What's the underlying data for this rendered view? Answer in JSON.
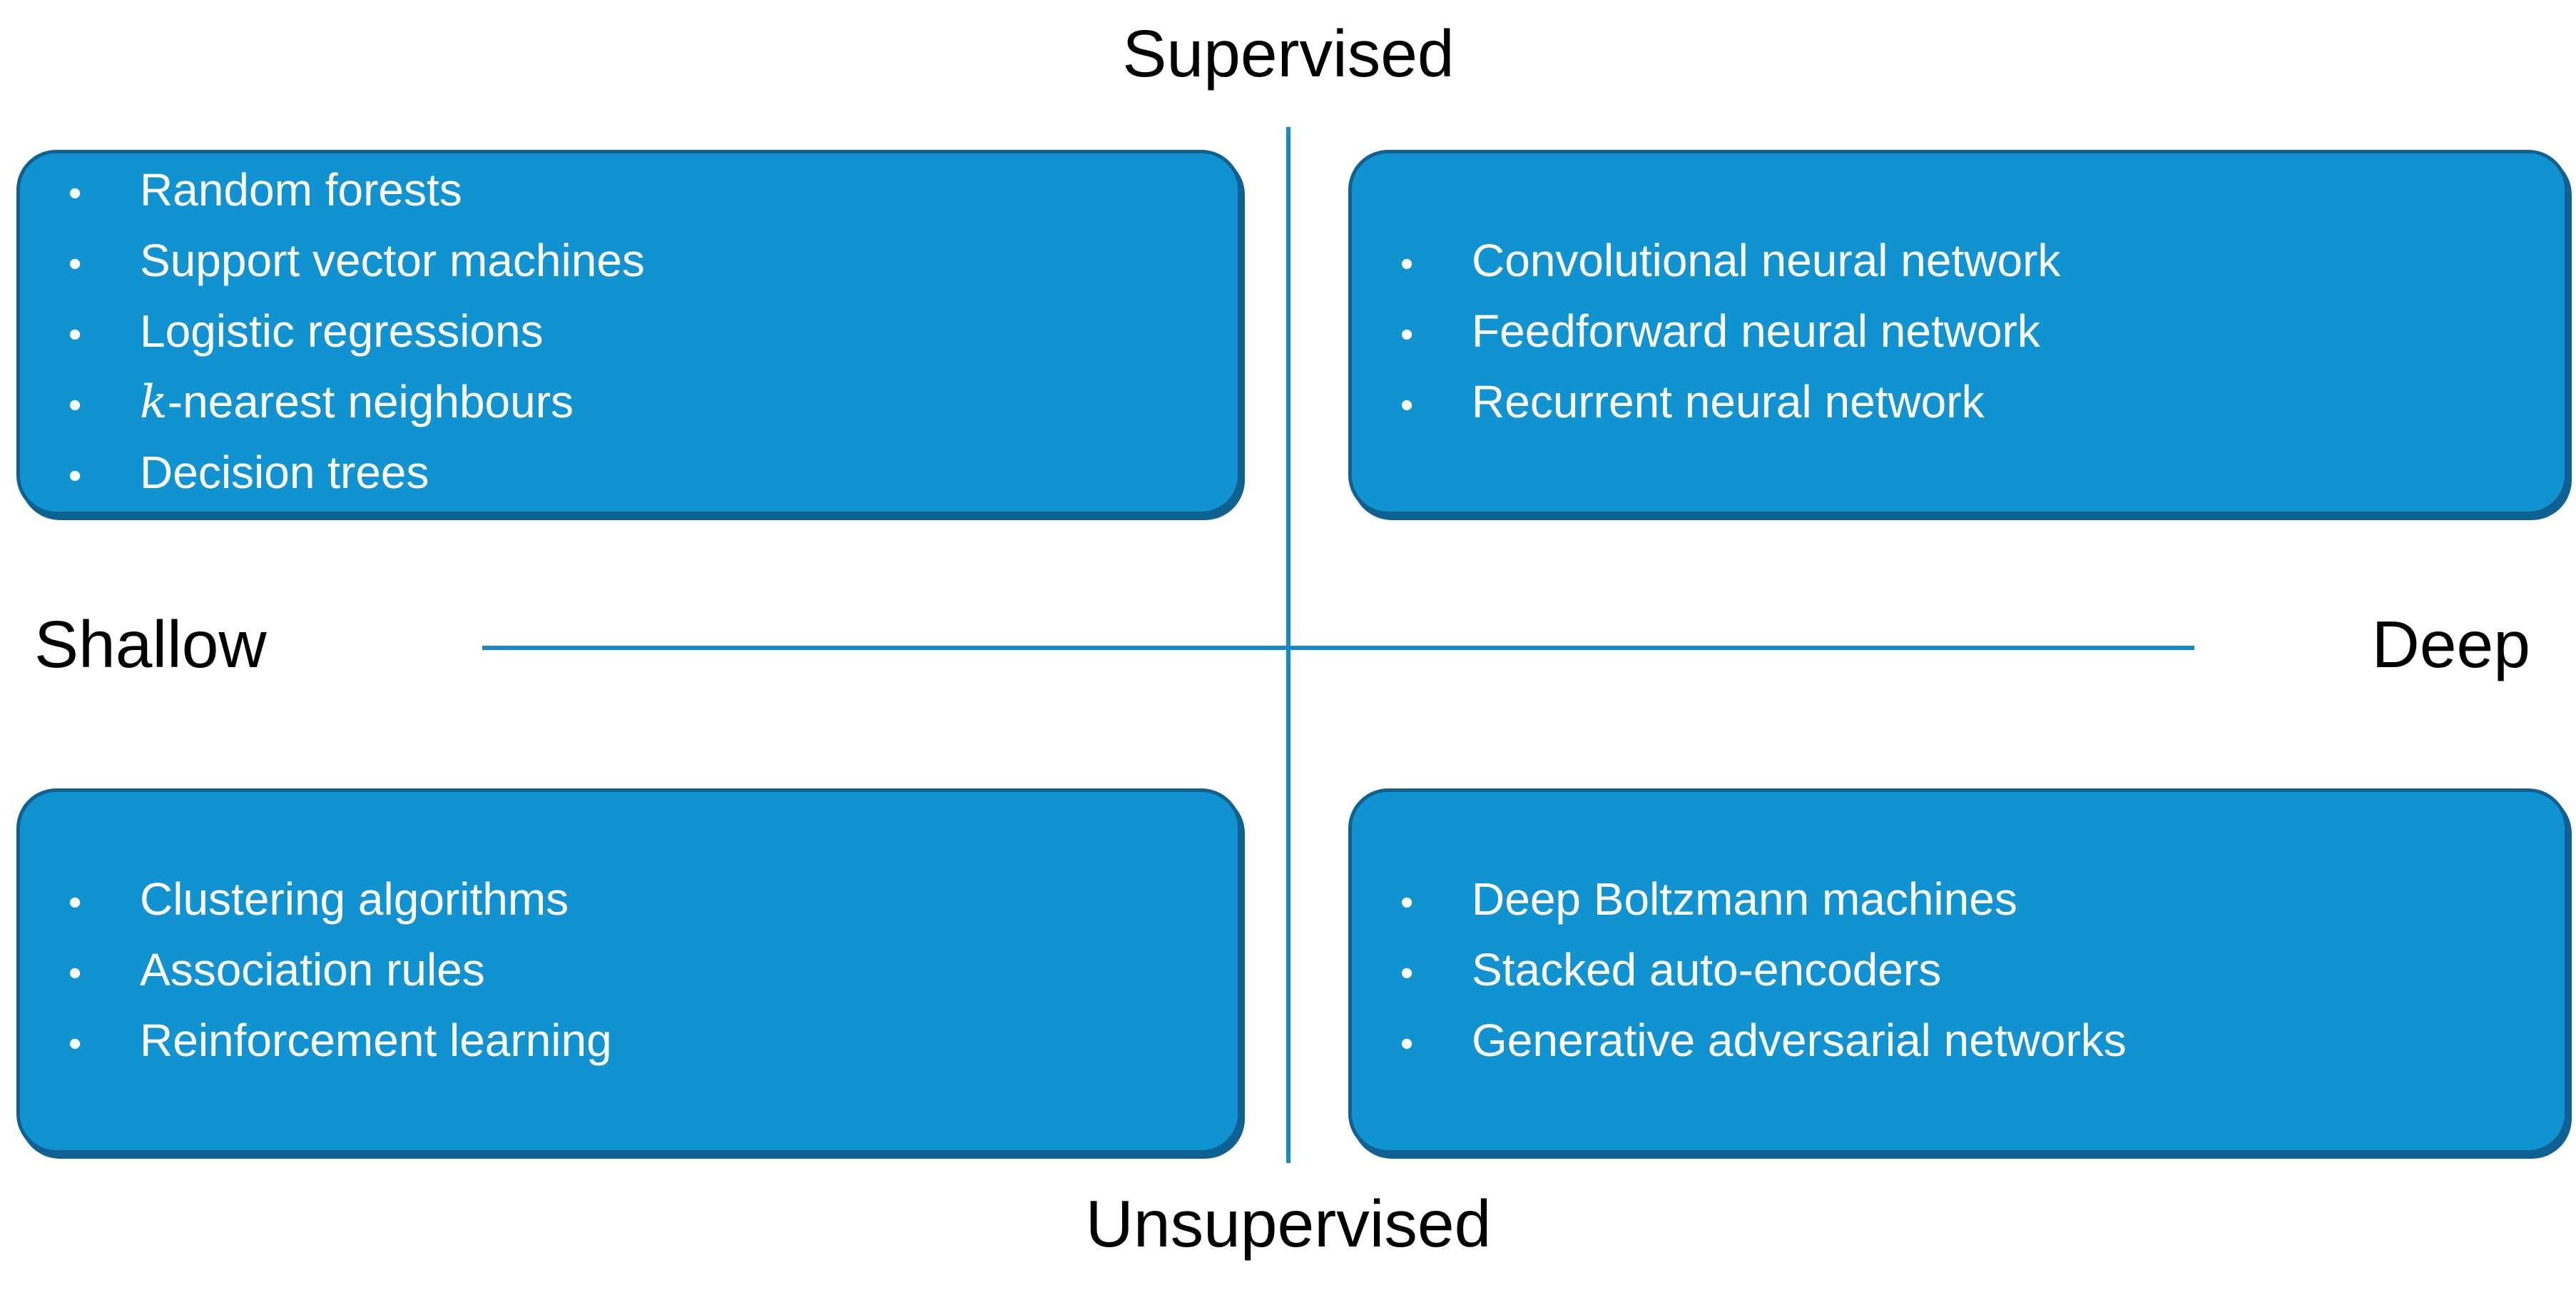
{
  "diagram": {
    "title": "Machine learning methods quadrant",
    "bullet": "•",
    "axes": {
      "top": "Supervised",
      "bottom": "Unsupervised",
      "left": "Shallow",
      "right": "Deep"
    },
    "colors": {
      "box_fill": "#1193d2",
      "box_border": "#0e6191",
      "axis_line": "#158acb",
      "axis_text": "#000000",
      "item_text": "#ffffff"
    },
    "quadrants": [
      {
        "id": "supervised-shallow",
        "items": [
          {
            "text": "Random forests"
          },
          {
            "text": "Support vector machines"
          },
          {
            "text": "Logistic regressions"
          },
          {
            "text": "k-nearest neighbours",
            "italic_chars": 1
          },
          {
            "text": "Decision trees"
          }
        ]
      },
      {
        "id": "supervised-deep",
        "items": [
          {
            "text": "Convolutional neural network"
          },
          {
            "text": "Feedforward neural network"
          },
          {
            "text": "Recurrent neural network"
          }
        ]
      },
      {
        "id": "unsupervised-shallow",
        "items": [
          {
            "text": "Clustering algorithms"
          },
          {
            "text": "Association rules"
          },
          {
            "text": "Reinforcement learning"
          }
        ]
      },
      {
        "id": "unsupervised-deep",
        "items": [
          {
            "text": "Deep Boltzmann machines"
          },
          {
            "text": "Stacked auto-encoders"
          },
          {
            "text": "Generative adversarial networks"
          }
        ]
      }
    ]
  }
}
